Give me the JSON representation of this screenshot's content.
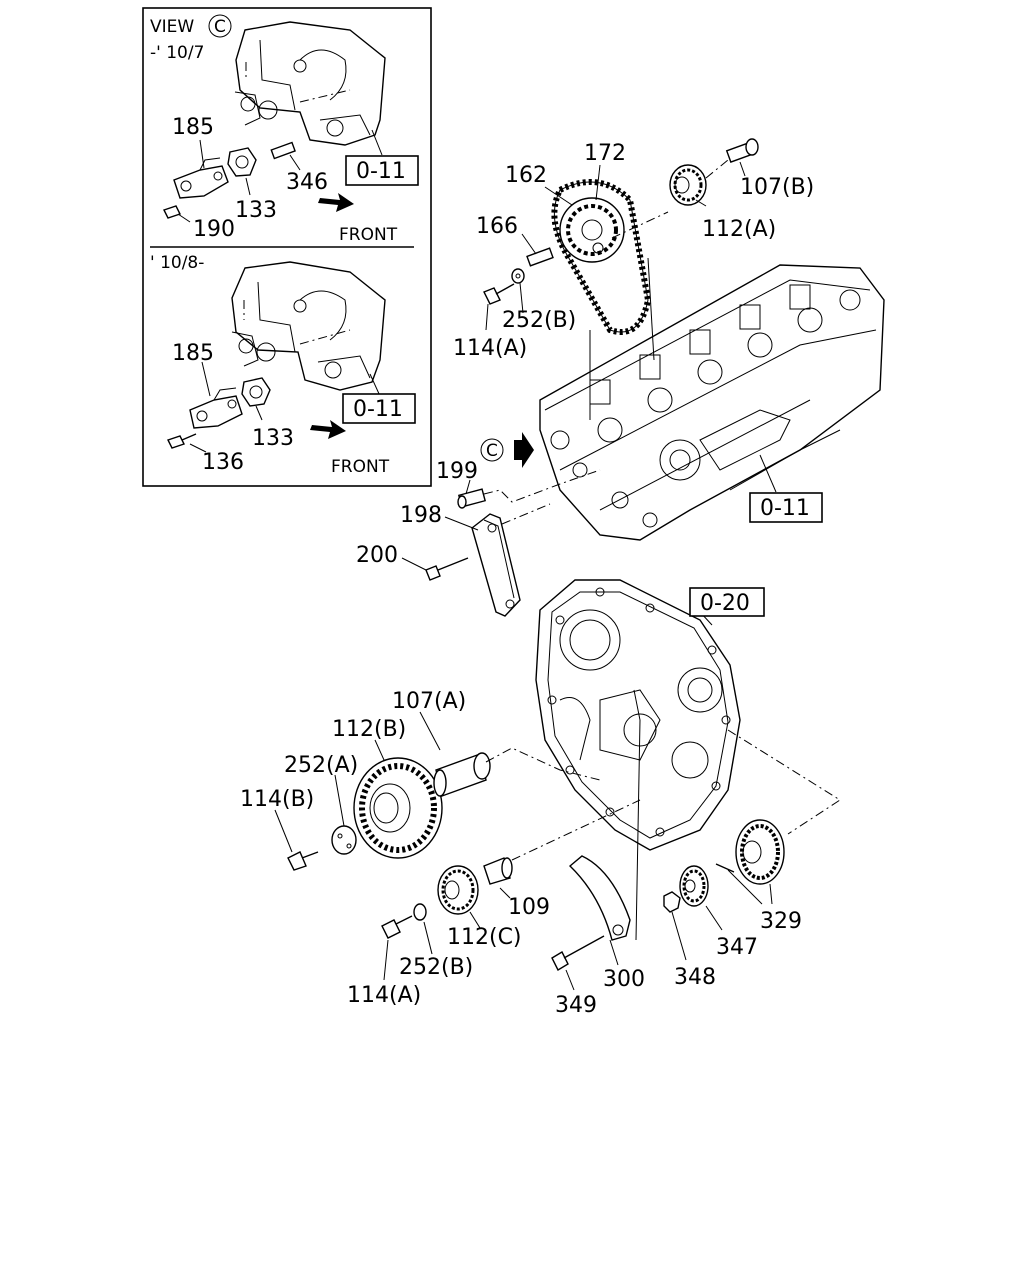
{
  "inset": {
    "view_label": "VIEW",
    "view_circle": "C",
    "top_range": "-' 10/7",
    "bottom_range": "' 10/8-",
    "top_parts": [
      "185",
      "133",
      "346",
      "190"
    ],
    "bottom_parts": [
      "185",
      "133",
      "136"
    ],
    "top_ref": "0-11",
    "bottom_ref": "0-11",
    "front_label": "FRONT"
  },
  "main": {
    "view_marker": "C",
    "refs": {
      "head": "0-11",
      "case": "0-20"
    },
    "labels": {
      "p172": "172",
      "p162": "162",
      "p107b": "107(B)",
      "p112a": "112(A)",
      "p166": "166",
      "p252b_top": "252(B)",
      "p114a_top": "114(A)",
      "p199": "199",
      "p198": "198",
      "p200": "200",
      "p107a": "107(A)",
      "p112b": "112(B)",
      "p252a": "252(A)",
      "p114b": "114(B)",
      "p109": "109",
      "p112c": "112(C)",
      "p252b_bot": "252(B)",
      "p114a_bot": "114(A)",
      "p300": "300",
      "p349": "349",
      "p348": "348",
      "p347": "347",
      "p329": "329"
    }
  }
}
